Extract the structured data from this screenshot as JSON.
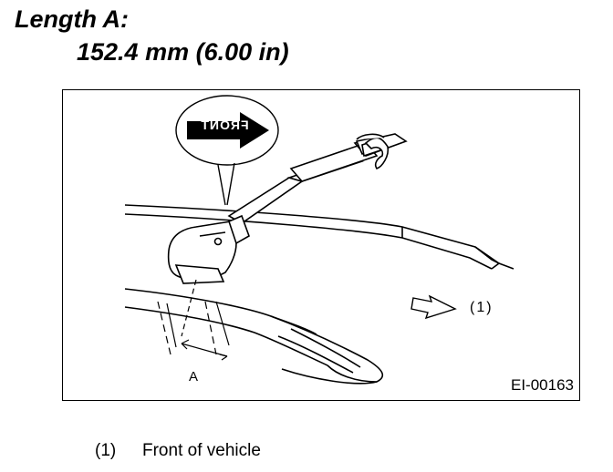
{
  "heading": {
    "label": "Length A:",
    "value": "152.4 mm (6.00 in)"
  },
  "figure": {
    "id": "EI-00163",
    "front_label": "FRONT",
    "callout_1": "(1)",
    "dimension_label": "A",
    "icons": [
      "front-arrow-icon",
      "direction-arrow-icon"
    ]
  },
  "legend": {
    "items": [
      {
        "number": "(1)",
        "text": "Front of vehicle"
      }
    ]
  }
}
